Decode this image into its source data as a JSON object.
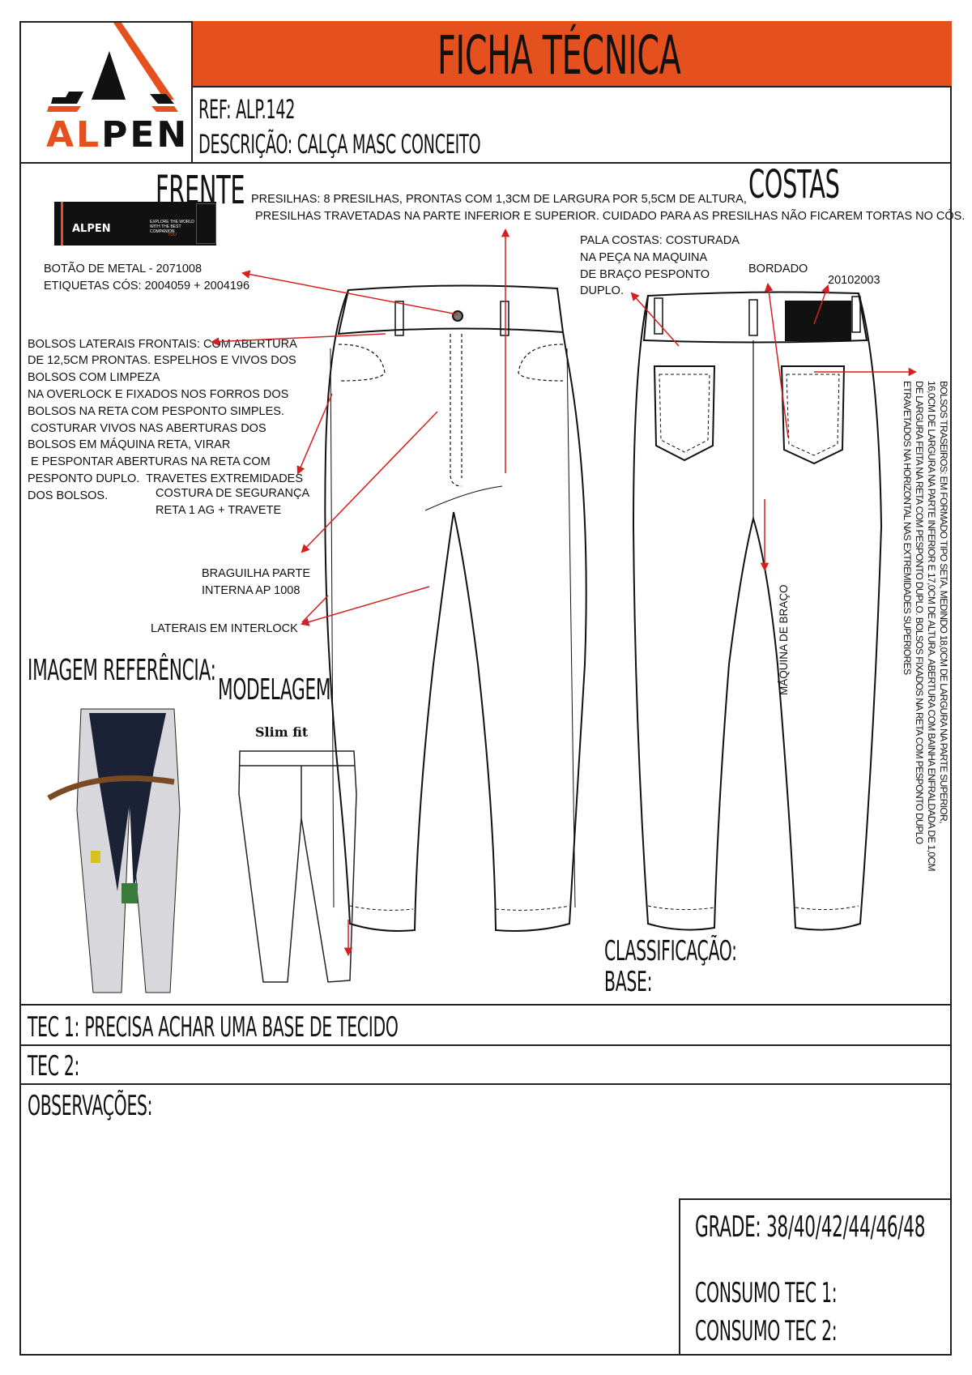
{
  "header": {
    "brand": "ALPEN",
    "title": "FICHA TÉCNICA",
    "ref": "REF: ALP.142",
    "description": "DESCRIÇÃO: CALÇA MASC CONCEITO"
  },
  "views": {
    "front": "FRENTE",
    "back": "COSTAS"
  },
  "label_tag": {
    "brand": "ALPEN",
    "tagline": "EXPLORE THE WORLD WITH THE BEST COMPANION",
    "sub": "YOU"
  },
  "notes": {
    "presilhas": [
      "PRESILHAS: 8 PRESILHAS, PRONTAS COM 1,3CM DE LARGURA POR 5,5CM DE ALTURA,",
      "PRESILHAS TRAVETADAS NA PARTE INFERIOR E SUPERIOR. CUIDADO PARA AS PRESILHAS NÃO FICAREM TORTAS NO CÓS."
    ],
    "botao": [
      "BOTÃO DE METAL -  2071008",
      "ETIQUETAS CÓS: 2004059 + 2004196"
    ],
    "bolsos_frontais": [
      "BOLSOS LATERAIS FRONTAIS: COM ABERTURA",
      "DE 12,5CM PRONTAS. ESPELHOS E VIVOS DOS",
      "BOLSOS COM LIMPEZA",
      "NA OVERLOCK E FIXADOS NOS FORROS DOS",
      "BOLSOS NA RETA COM PESPONTO SIMPLES.",
      " COSTURAR VIVOS NAS ABERTURAS DOS",
      "BOLSOS EM MÁQUINA RETA, VIRAR",
      " E PESPONTAR ABERTURAS NA RETA COM",
      "PESPONTO DUPLO.  TRAVETES EXTREMIDADES",
      "DOS BOLSOS."
    ],
    "costura_seguranca": [
      "COSTURA DE SEGURANÇA",
      "RETA 1 AG + TRAVETE"
    ],
    "braguilha": [
      "BRAGUILHA PARTE",
      "INTERNA AP 1008"
    ],
    "laterais": "LATERAIS EM INTERLOCK",
    "pala": [
      "PALA COSTAS: COSTURADA",
      "NA PEÇA NA MAQUINA",
      "DE BRAÇO PESPONTO",
      "DUPLO."
    ],
    "bordado": "BORDADO",
    "etiqueta_costas": "20102003",
    "maquina_braco": "MÁQUINA DE BRAÇO",
    "bolsos_traseiros": [
      "BOLSOS TRASEIROS: EM FORMADO TIPO SETA, MEDINDO 18,0CM DE LARGURA NA PARTE SUPERIOR,",
      "16,0CM DE LARGURA NA PARTE INFERIOR E 17,0CM DE ALTURA. ABERTURA COM BAINHA ENFRALDADA DE 1,0CM",
      "DE LARGURA FEITA NA RETA COM PESPONTO DUPLO. BOLSOS FIXADOS NA RETA COM PESPONTO DUPLO",
      "ETRAVETADOS NA HORIZONTAL NAS EXTREMIDADES SUPERIORES"
    ]
  },
  "reference": {
    "image_label": "IMAGEM REFERÊNCIA:",
    "modelagem_label": "MODELAGEM",
    "fit": "Slim fit"
  },
  "classification": {
    "classificacao": "CLASSIFICAÇÃO:",
    "base": "BASE:"
  },
  "fabrics": {
    "tec1": "TEC 1: PRECISA ACHAR UMA BASE DE TECIDO",
    "tec2": "TEC 2:",
    "observacoes": "OBSERVAÇÕES:"
  },
  "grade_box": {
    "grade": "GRADE: 38/40/42/44/46/48",
    "consumo1": "CONSUMO TEC 1:",
    "consumo2": "CONSUMO TEC 2:"
  },
  "colors": {
    "accent": "#e4501e",
    "arrow": "#d42020",
    "ink": "#111111"
  }
}
